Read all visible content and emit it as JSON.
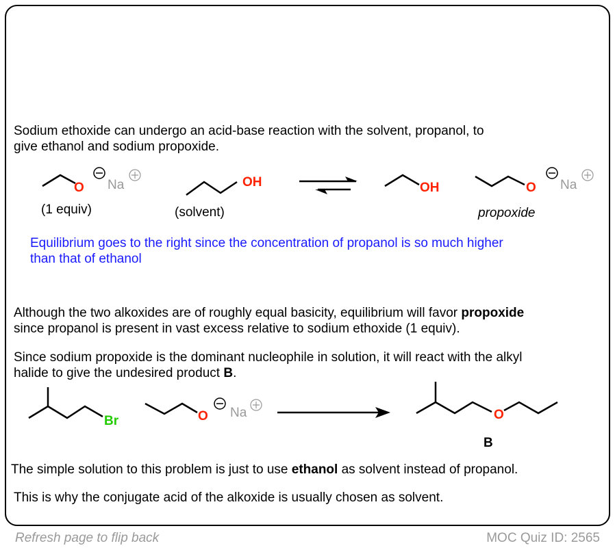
{
  "intro": {
    "line1": "Sodium ethoxide can undergo an acid-base reaction with the solvent, propanol, to",
    "line2": "give ethanol and sodium propoxide."
  },
  "reaction1": {
    "ethoxide_label": "(1 equiv)",
    "propanol_label": "(solvent)",
    "product_label": "propoxide",
    "O": "O",
    "OH": "OH",
    "Na": "Na"
  },
  "note": {
    "line1": "Equilibrium goes to the right since the concentration of propanol is so much higher",
    "line2": "than that of ethanol",
    "color": "#1a1aff"
  },
  "para1": {
    "line1_pre": "Although the two alkoxides are of roughly equal basicity, equilibrium will favor ",
    "line1_bold": "propoxide",
    "line2": "since propanol is present in vast excess relative to sodium ethoxide (1 equiv)."
  },
  "para2": {
    "line1": "Since sodium propoxide is the dominant nucleophile in solution, it will react with the alkyl",
    "line2_pre": "halide to give the undesired product ",
    "line2_bold": "B",
    "line2_post": "."
  },
  "reaction2": {
    "Br": "Br",
    "O": "O",
    "Na": "Na",
    "product_label": "B"
  },
  "para3": {
    "pre": "The simple solution to this problem is just to use ",
    "bold": "ethanol",
    "post": " as solvent instead of propanol."
  },
  "para4": "This is why the conjugate acid of the alkoxide is usually chosen as solvent.",
  "footer": {
    "left": "Refresh page to flip back",
    "right": "MOC Quiz ID: 2565"
  }
}
